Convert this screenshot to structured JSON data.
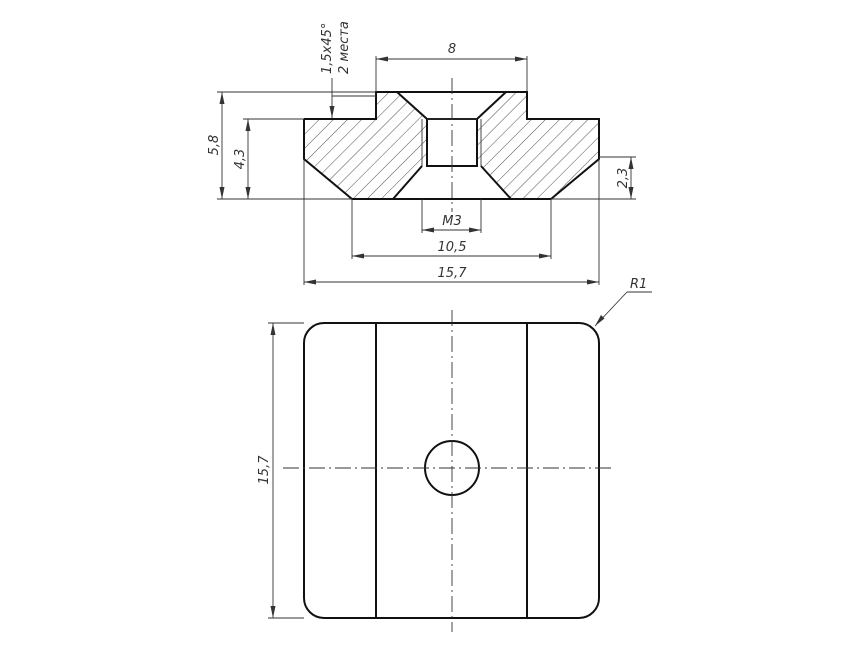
{
  "drawing": {
    "dimensions": {
      "width_top": "8",
      "chamfer_line1": "1,5x45°",
      "chamfer_line2": "2 места",
      "height_total": "5,8",
      "height_mid": "4,3",
      "height_side": "2,3",
      "thread": "M3",
      "width_bottom": "10,5",
      "width_total": "15,7",
      "radius": "R1",
      "plan_height": "15,7"
    }
  }
}
